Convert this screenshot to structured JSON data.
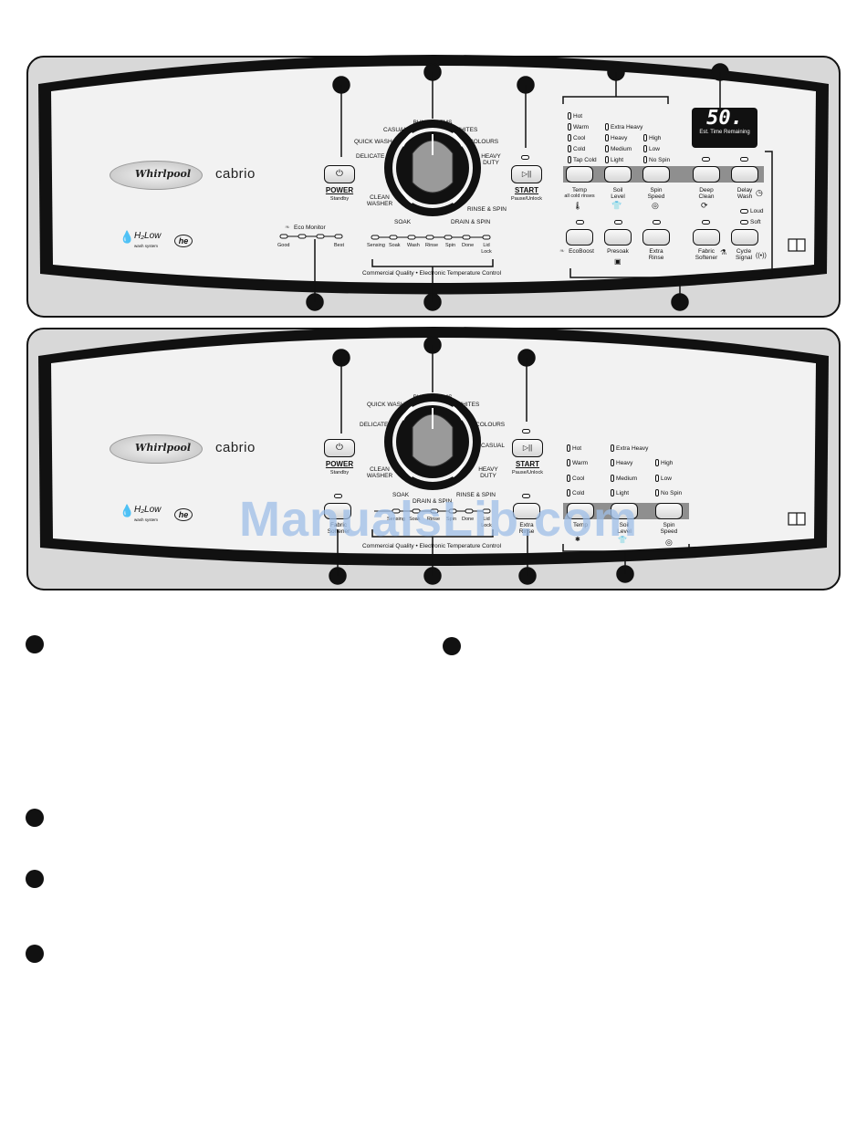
{
  "brand": {
    "name": "Whirlpool",
    "model": "cabrio",
    "h2low": "H₂Low",
    "h2low_sub": "wash system",
    "he": "he"
  },
  "watermark": "ManualsLib.com",
  "panel1": {
    "power": {
      "label": "POWER",
      "sub": "Standby"
    },
    "start": {
      "label": "START",
      "sub": "Pause/Unlock"
    },
    "cycles": {
      "bulky": "BULKY ITEMS",
      "casual": "CASUAL",
      "whites": "WHITES",
      "quick": "QUICK WASH",
      "colours": "COLOURS",
      "delicate": "DELICATE",
      "heavy": "HEAVY DUTY",
      "clean": "CLEAN WASHER",
      "rinse": "RINSE & SPIN",
      "soak": "SOAK",
      "drain": "DRAIN & SPIN"
    },
    "eco": {
      "title": "Eco Monitor",
      "good": "Good",
      "best": "Best"
    },
    "status": [
      "Sensing",
      "Soak",
      "Wash",
      "Rinse",
      "Spin",
      "Done",
      "Lid Lock"
    ],
    "caption": "Commercial Quality • Electronic Temperature Control",
    "temp_opts": [
      "Hot",
      "Warm",
      "Cool",
      "Cold",
      "Tap Cold"
    ],
    "soil_opts": [
      "Extra Heavy",
      "Heavy",
      "Medium",
      "Light"
    ],
    "spin_opts": [
      "High",
      "Low",
      "No Spin"
    ],
    "display": {
      "digits": "50.",
      "caption": "Est. Time Remaining"
    },
    "row1": {
      "temp": "Temp",
      "temp_sub": "all cold rinses",
      "soil": "Soil Level",
      "spin": "Spin Speed",
      "deep": "Deep Clean",
      "delay": "Delay Wash"
    },
    "row2": {
      "eco": "EcoBoost",
      "presoak": "Presoak",
      "extra": "Extra Rinse",
      "fabric": "Fabric Softener",
      "signal": "Cycle Signal"
    },
    "signal_opts": {
      "loud": "Loud",
      "soft": "Soft"
    }
  },
  "panel2": {
    "power": {
      "label": "POWER",
      "sub": "Standby"
    },
    "start": {
      "label": "START",
      "sub": "Pause/Unlock"
    },
    "cycles": {
      "bulky": "BULKY ITEMS",
      "whites": "WHITES",
      "quick": "QUICK WASH",
      "colours": "COLOURS",
      "delicate": "DELICATE",
      "casual": "CASUAL",
      "heavy": "HEAVY DUTY",
      "clean": "CLEAN WASHER",
      "soak": "SOAK",
      "drain": "DRAIN & SPIN",
      "rinse": "RINSE & SPIN"
    },
    "fabric": "Fabric Softener",
    "extra": "Extra Rinse",
    "status": [
      "Sensing",
      "Soak",
      "Rinse",
      "Spin",
      "Done",
      "Lid Lock"
    ],
    "caption": "Commercial Quality • Electronic Temperature Control",
    "temp_opts": [
      "Hot",
      "Warm",
      "Cool",
      "Cold"
    ],
    "soil_opts": [
      "Extra Heavy",
      "Heavy",
      "Medium",
      "Light"
    ],
    "spin_opts": [
      "High",
      "Low",
      "No Spin"
    ],
    "row": {
      "temp": "Temp",
      "soil": "Soil Level",
      "spin": "Spin Speed"
    }
  }
}
